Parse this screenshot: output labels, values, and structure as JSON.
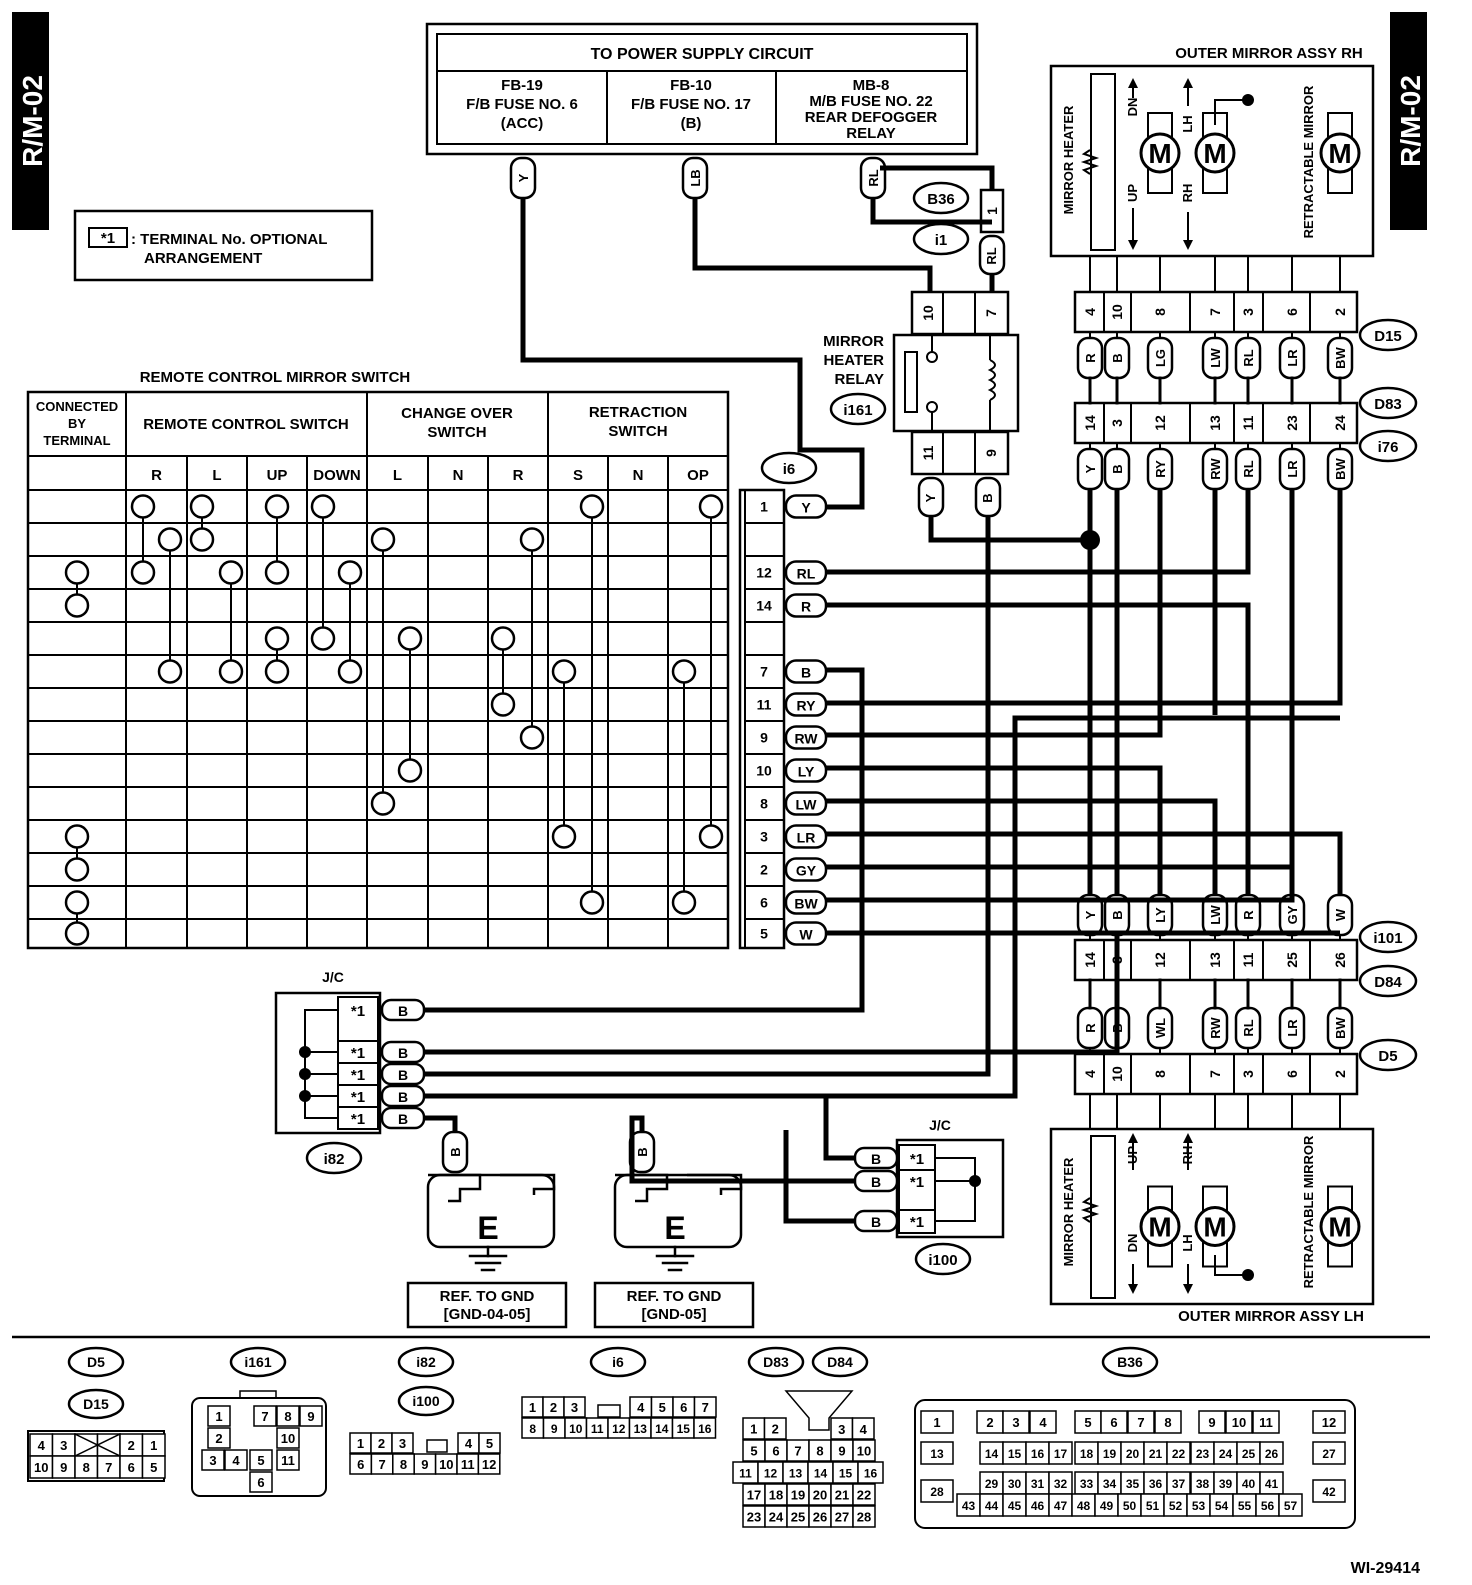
{
  "page_code": "R/M-02",
  "figure_id": "WI-29414",
  "legend": {
    "symbol": "*1",
    "text_line1": ": TERMINAL No. OPTIONAL",
    "text_line2": "ARRANGEMENT"
  },
  "power_supply": {
    "title": "TO POWER SUPPLY CIRCUIT",
    "fuses": [
      {
        "line1": "FB-19",
        "line2": "F/B FUSE NO. 6",
        "line3": "(ACC)",
        "line4": ""
      },
      {
        "line1": "FB-10",
        "line2": "F/B FUSE NO. 17",
        "line3": "(B)",
        "line4": ""
      },
      {
        "line1": "MB-8",
        "line2": "M/B FUSE NO. 22",
        "line3": "REAR DEFOGGER",
        "line4": "RELAY"
      }
    ],
    "wire_colors": [
      "Y",
      "LB",
      "RL"
    ]
  },
  "connectors": {
    "b36": "B36",
    "i1": "i1",
    "b36_pin": "1",
    "b36_wire": "RL",
    "i161": "i161",
    "i6": "i6",
    "i82": "i82",
    "i100": "i100",
    "d15": "D15",
    "d83": "D83",
    "i76": "i76",
    "i101": "i101",
    "d84": "D84",
    "d5": "D5"
  },
  "relay": {
    "label_line1": "MIRROR",
    "label_line2": "HEATER",
    "label_line3": "RELAY",
    "top_pins": [
      "10",
      "7"
    ],
    "bottom_pins": [
      "11",
      "9"
    ],
    "bottom_wires": [
      "Y",
      "B"
    ]
  },
  "switch_table": {
    "title": "REMOTE CONTROL MIRROR SWITCH",
    "connected_line1": "CONNECTED",
    "connected_line2": "BY",
    "connected_line3": "TERMINAL",
    "group_remote": "REMOTE CONTROL SWITCH",
    "group_changeover_line1": "CHANGE OVER",
    "group_changeover_line2": "SWITCH",
    "group_retraction_line1": "RETRACTION",
    "group_retraction_line2": "SWITCH",
    "columns": [
      "R",
      "L",
      "UP",
      "DOWN",
      "L",
      "N",
      "R",
      "S",
      "N",
      "OP"
    ]
  },
  "i6_terminals": [
    {
      "pin": "1",
      "wire": "Y"
    },
    {
      "pin": "",
      "wire": ""
    },
    {
      "pin": "12",
      "wire": "RL"
    },
    {
      "pin": "14",
      "wire": "R"
    },
    {
      "pin": "",
      "wire": ""
    },
    {
      "pin": "7",
      "wire": "B"
    },
    {
      "pin": "11",
      "wire": "RY"
    },
    {
      "pin": "9",
      "wire": "RW"
    },
    {
      "pin": "10",
      "wire": "LY"
    },
    {
      "pin": "8",
      "wire": "LW"
    },
    {
      "pin": "3",
      "wire": "LR"
    },
    {
      "pin": "2",
      "wire": "GY"
    },
    {
      "pin": "6",
      "wire": "BW"
    },
    {
      "pin": "5",
      "wire": "W"
    }
  ],
  "mirror_rh": {
    "title": "OUTER MIRROR ASSY RH",
    "heater": "MIRROR HEATER",
    "retractable": "RETRACTABLE MIRROR",
    "dn": "DN",
    "up": "UP",
    "lh": "LH",
    "rh": "RH",
    "motor": "M",
    "d15_pins": [
      "4",
      "10",
      "8",
      "7",
      "3",
      "6",
      "2"
    ],
    "d15_wires": [
      "R",
      "B",
      "LG",
      "LW",
      "RL",
      "LR",
      "BW"
    ],
    "i76_pins": [
      "14",
      "3",
      "12",
      "13",
      "11",
      "23",
      "24"
    ],
    "i76_wires": [
      "Y",
      "B",
      "RY",
      "RW",
      "RL",
      "LR",
      "BW"
    ]
  },
  "mirror_lh": {
    "title": "OUTER MIRROR ASSY LH",
    "heater": "MIRROR HEATER",
    "retractable": "RETRACTABLE MIRROR",
    "up": "UP",
    "dn": "DN",
    "rh": "RH",
    "lh": "LH",
    "motor": "M",
    "i101_wires": [
      "Y",
      "B",
      "LY",
      "LW",
      "R",
      "GY",
      "W"
    ],
    "i101_pins": [
      "14",
      "3",
      "12",
      "13",
      "11",
      "25",
      "26"
    ],
    "d5_wires": [
      "R",
      "B",
      "WL",
      "RW",
      "RL",
      "LR",
      "BW"
    ],
    "d5_pins": [
      "4",
      "10",
      "8",
      "7",
      "3",
      "6",
      "2"
    ]
  },
  "jc_left": {
    "title": "J/C",
    "star": "*1",
    "wire": "B"
  },
  "jc_right": {
    "title": "J/C",
    "star": "*1",
    "wire": "B"
  },
  "grounds": [
    {
      "symbol": "E",
      "wire": "B",
      "line1": "REF. TO GND",
      "line2": "[GND-04-05]"
    },
    {
      "symbol": "E",
      "wire": "B",
      "line1": "REF. TO GND",
      "line2": "[GND-05]"
    }
  ],
  "pinouts": {
    "d5d15": {
      "name1": "D5",
      "name2": "D15",
      "row1": [
        "4",
        "3",
        "",
        "",
        "2",
        "1"
      ],
      "row2": [
        "10",
        "9",
        "8",
        "7",
        "6",
        "5"
      ]
    },
    "i161": {
      "name": "i161",
      "cells": [
        "1",
        "7",
        "8",
        "9",
        "2",
        "10",
        "3",
        "4",
        "5",
        "11",
        "6"
      ]
    },
    "i82i100": {
      "name1": "i82",
      "name2": "i100",
      "row1": [
        "1",
        "2",
        "3",
        "4",
        "5"
      ],
      "row2": [
        "6",
        "7",
        "8",
        "9",
        "10",
        "11",
        "12"
      ]
    },
    "i6": {
      "name": "i6",
      "row1": [
        "1",
        "2",
        "3",
        "4",
        "5",
        "6",
        "7"
      ],
      "row2": [
        "8",
        "9",
        "10",
        "11",
        "12",
        "13",
        "14",
        "15",
        "16"
      ]
    },
    "d83d84": {
      "name1": "D83",
      "name2": "D84",
      "row1": [
        "1",
        "2",
        "3",
        "4"
      ],
      "row2": [
        "5",
        "6",
        "7",
        "8",
        "9",
        "10"
      ],
      "row3": [
        "11",
        "12",
        "13",
        "14",
        "15",
        "16"
      ],
      "row4": [
        "17",
        "18",
        "19",
        "20",
        "21",
        "22"
      ],
      "row5": [
        "23",
        "24",
        "25",
        "26",
        "27",
        "28"
      ]
    },
    "b36": {
      "name": "B36",
      "row1": [
        "1",
        "2",
        "3",
        "4",
        "5",
        "6",
        "7",
        "8",
        "9",
        "10",
        "11",
        "12"
      ],
      "row2": [
        "13",
        "14",
        "15",
        "16",
        "17",
        "18",
        "19",
        "20",
        "21",
        "22",
        "23",
        "24",
        "25",
        "26",
        "27"
      ],
      "row3": [
        "28",
        "29",
        "30",
        "31",
        "32",
        "33",
        "34",
        "35",
        "36",
        "37",
        "38",
        "39",
        "40",
        "41",
        "42"
      ],
      "row4": [
        "43",
        "44",
        "45",
        "46",
        "47",
        "48",
        "49",
        "50",
        "51",
        "52",
        "53",
        "54",
        "55",
        "56",
        "57"
      ]
    }
  }
}
